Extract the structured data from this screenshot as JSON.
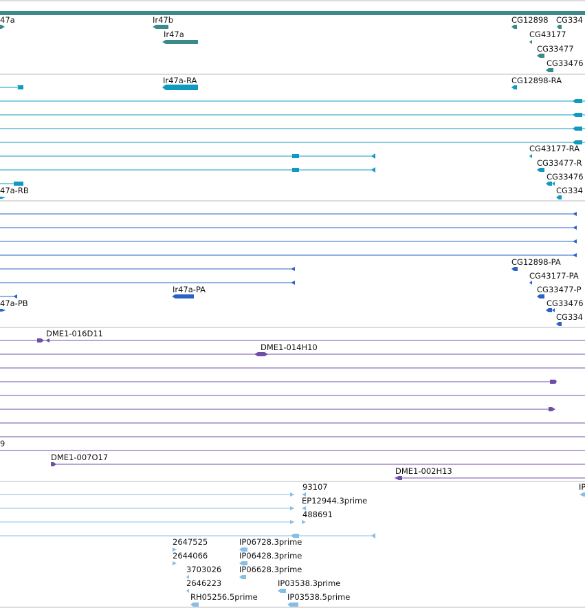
{
  "colors": {
    "gene": "#3a8a8c",
    "transcript": "#119ac0",
    "cds": "#2a62c8",
    "clone": "#6f4ea8",
    "est": "#88bde6",
    "divider": "#b8b8b8"
  },
  "icon": "triangle-arrow-icon",
  "labels": {
    "l_ir47a_trunc": "47a",
    "l_ir47b": "Ir47b",
    "l_ir47a_gene": "Ir47a",
    "l_cg12898_gene": "CG12898",
    "l_cg334_gene": "CG334",
    "l_cg43177_gene": "CG43177",
    "l_cg33477_gene": "CG33477",
    "l_cg33476_gene": "CG33476",
    "l_ir47a_ra": "Ir47a-RA",
    "l_cg12898_ra": "CG12898-RA",
    "l_cg43177_ra": "CG43177-RA",
    "l_cg33477_r": "CG33477-R",
    "l_cg33476_tx": "CG33476",
    "l_cg334_tx": "CG334",
    "l_47a_rb": "47a-RB",
    "l_cg12898_pa": "CG12898-PA",
    "l_cg43177_pa": "CG43177-PA",
    "l_cg33477_p": "CG33477-P",
    "l_ir47a_pa": "Ir47a-PA",
    "l_cg33476_cds": "CG33476",
    "l_47a_pb": "47a-PB",
    "l_cg334_cds": "CG334",
    "l_dme016d11": "DME1-016D11",
    "l_dme014h10": "DME1-014H10",
    "l_nine": "9",
    "l_dme007o17": "DME1-007O17",
    "l_dme002h13": "DME1-002H13",
    "l_93107": "93107",
    "l_ep12944": "EP12944.3prime",
    "l_ip_trunc": "IP",
    "l_488691": "488691",
    "l_2647525": "2647525",
    "l_ip06728": "IP06728.3prime",
    "l_2644066": "2644066",
    "l_ip06428": "IP06428.3prime",
    "l_3703026": "3703026",
    "l_ip06628": "IP06628.3prime",
    "l_2646223": "2646223",
    "l_ip03538_3": "IP03538.3prime",
    "l_rh05256": "RH05256.5prime",
    "l_ip03538_5": "IP03538.5prime"
  }
}
